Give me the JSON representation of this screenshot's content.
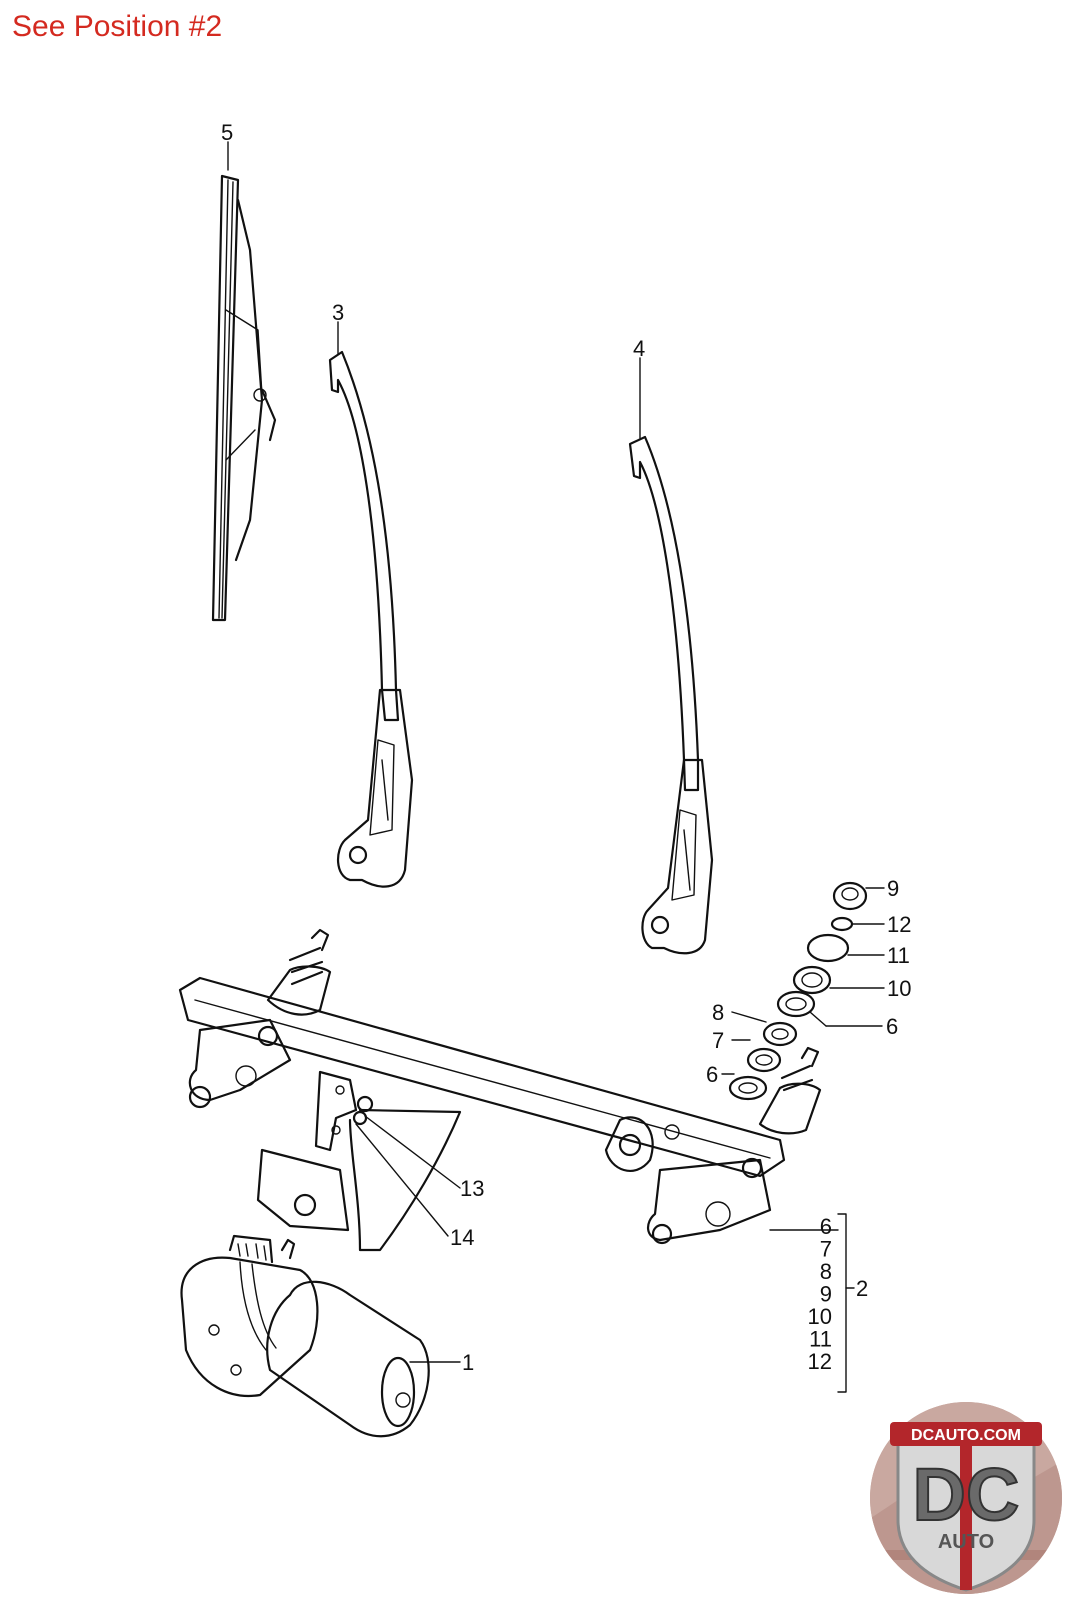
{
  "header": {
    "note": "See Position #2"
  },
  "colors": {
    "note": "#d42a20",
    "ink": "#111111",
    "logo_bg": "#c9a8a0",
    "logo_red": "#b3262b"
  },
  "callouts": {
    "c1": "1",
    "c2": "2",
    "c3": "3",
    "c4": "4",
    "c5": "5",
    "c6a": "6",
    "c6b": "6",
    "c7": "7",
    "c8": "8",
    "c9": "9",
    "c10": "10",
    "c11": "11",
    "c12": "12",
    "c13": "13",
    "c14": "14"
  },
  "bracket_list": [
    "6",
    "7",
    "8",
    "9",
    "10",
    "11",
    "12"
  ],
  "bracket_label": "2",
  "logo": {
    "top_text": "DCAUTO.COM",
    "big_text": "DC",
    "sub_text": "AUTO"
  }
}
